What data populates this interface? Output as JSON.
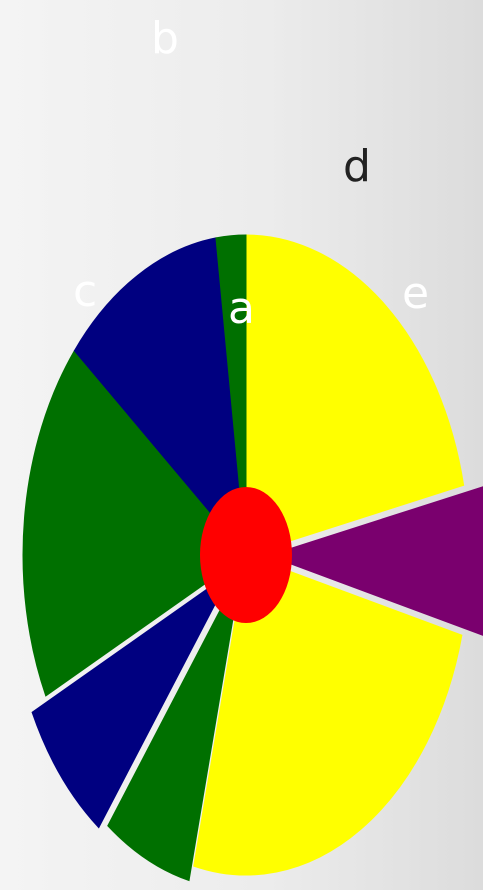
{
  "chart_data": {
    "type": "pie",
    "title": "",
    "labels": [
      "a",
      "b",
      "c",
      "d",
      "e"
    ],
    "slices": [
      {
        "label": "e",
        "value": 0.2,
        "color": "#ffff00",
        "label_color": "#ffffff"
      },
      {
        "label": "d",
        "value": 0.07,
        "color": "#7a006e",
        "label_color": "#222222"
      },
      {
        "label": "e",
        "value": 0.23,
        "color": "#ffff00",
        "label_color": "#ffffff"
      },
      {
        "label": "c",
        "value": 0.06,
        "color": "#007000",
        "label_color": "#ffffff"
      },
      {
        "label": "b",
        "value": 0.07,
        "color": "#000080",
        "label_color": "#ffffff"
      },
      {
        "label": "c",
        "value": 0.17,
        "color": "#007000",
        "label_color": "#ffffff"
      },
      {
        "label": "b",
        "value": 0.11,
        "color": "#000080",
        "label_color": "#ffffff"
      },
      {
        "label": "a",
        "value": 0.02,
        "color": "#007000",
        "label_color": "#ffffff"
      }
    ],
    "center_color": "#ff0000"
  }
}
